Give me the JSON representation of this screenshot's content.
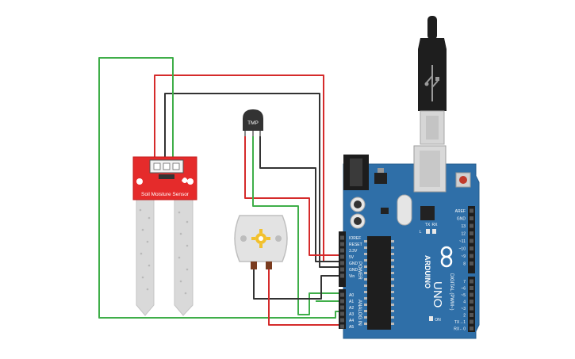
{
  "soil_sensor": {
    "label": "Soil Moisture Sensor"
  },
  "temp_sensor": {
    "label": "TMP"
  },
  "arduino": {
    "brand": "ARDUINO",
    "model": "UNO",
    "power_header_label": "POWER",
    "analog_header_label": "ANALOG IN",
    "digital_header_label": "DIGITAL (PWM~)",
    "power_pins": [
      "IOREF",
      "RESET",
      "3.3V",
      "5V",
      "GND",
      "GND",
      "Vin"
    ],
    "analog_pins": [
      "A0",
      "A1",
      "A2",
      "A3",
      "A4",
      "A5"
    ],
    "digital_pins_top": [
      "AREF",
      "GND",
      "13",
      "12",
      "~11",
      "~10",
      "~9",
      "8"
    ],
    "digital_pins_bottom": [
      "7",
      "~6",
      "~5",
      "4",
      "~3",
      "2",
      "TX→1",
      "RX←0"
    ],
    "led_labels": [
      "TX",
      "RX",
      "L",
      "ON"
    ]
  },
  "colors": {
    "wire_red": "#d52b2b",
    "wire_black": "#333333",
    "wire_green": "#3fae49",
    "board_blue": "#2f6fa8",
    "sensor_red": "#e52b2b",
    "probe_gray": "#d9d9d9"
  }
}
